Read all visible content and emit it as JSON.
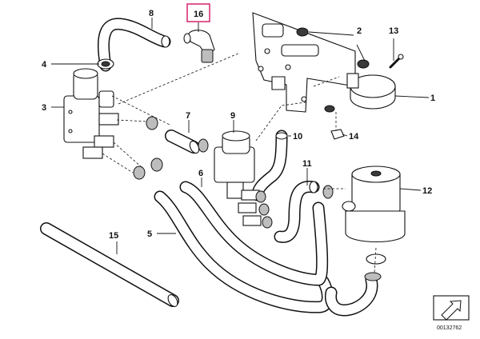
{
  "diagram": {
    "reference_id": "00132762",
    "highlighted_callout": "16"
  },
  "callouts": {
    "c1": "1",
    "c2": "2",
    "c3": "3",
    "c4": "4",
    "c5": "5",
    "c6": "6",
    "c7": "7",
    "c8": "8",
    "c9": "9",
    "c10": "10",
    "c11": "11",
    "c12": "12",
    "c13": "13",
    "c14": "14",
    "c15": "15",
    "c16": "16"
  },
  "colors": {
    "highlight": "#d6246e",
    "line": "#111111"
  },
  "icons": {
    "corner_emblem": "direction-arrow-icon"
  }
}
